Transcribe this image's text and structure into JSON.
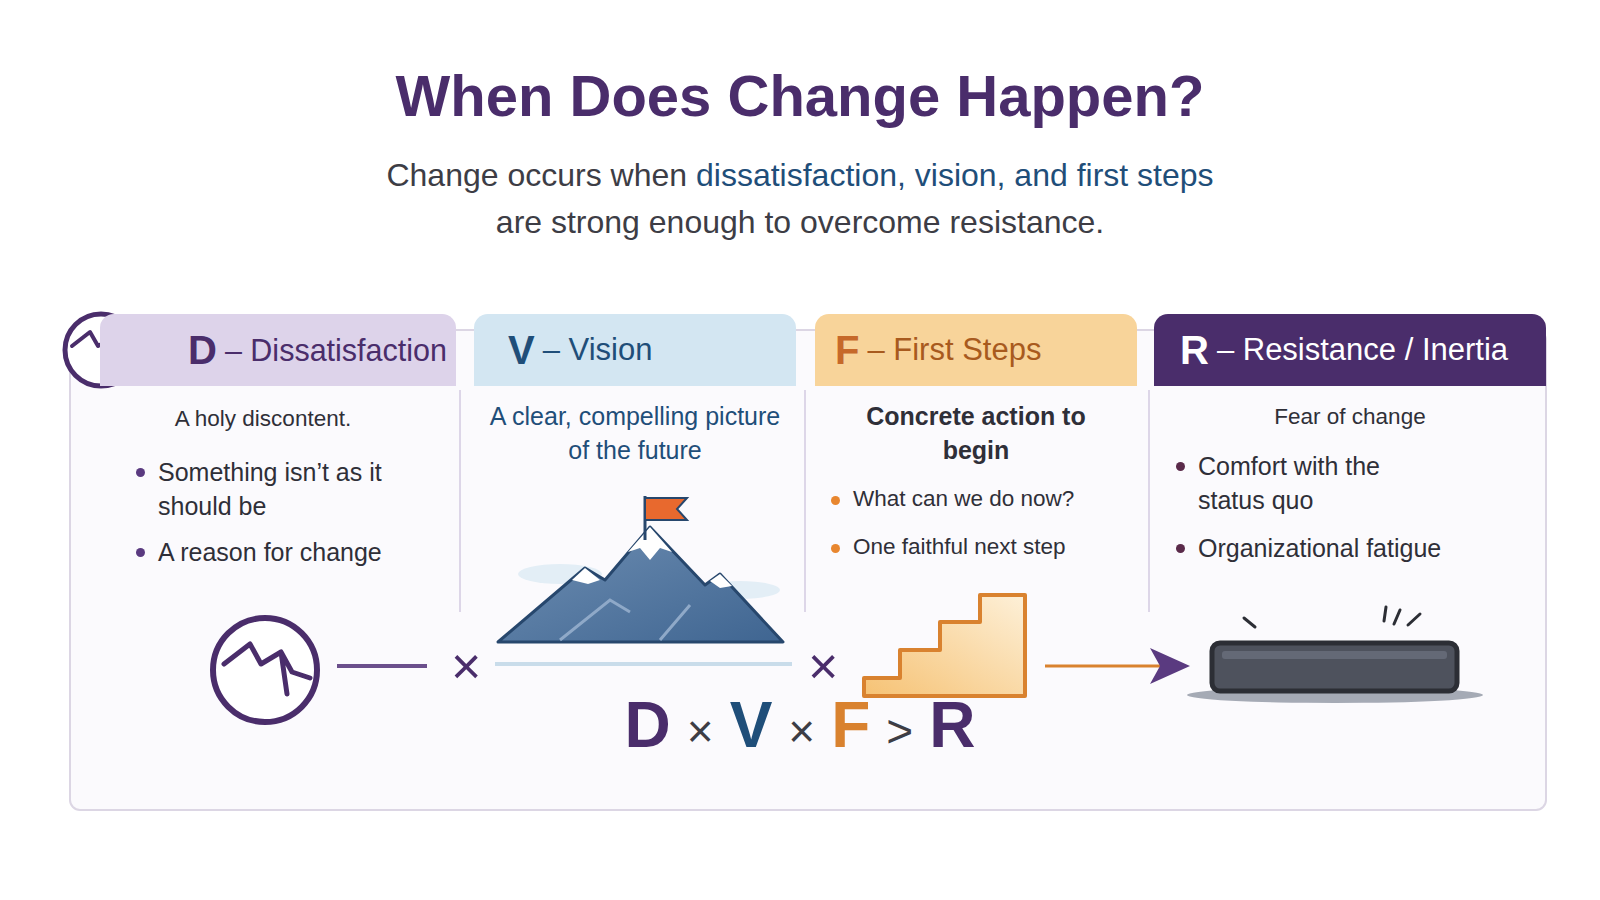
{
  "diagram": {
    "title": "When Does Change Happen?",
    "nodes": [
      {
        "text": [
          "D",
          "– Dissatisfaction",
          "A holy discontent.",
          "Something isn’t as it should be",
          "A reason for change"
        ]
      },
      {
        "text": [
          "V",
          "– Vision",
          "A clear, compelling picture of the future"
        ]
      },
      {
        "text": [
          "F",
          "– First Steps",
          "Concrete action to begin",
          "What can we do now?",
          "One faithful next step"
        ]
      },
      {
        "text": [
          "R",
          "– Resistance / Inertia",
          "Fear of change",
          "Comfort with the status quo",
          "Organizational fatigue"
        ]
      }
    ],
    "labels": [
      "Change occurs when",
      "dissatisfaction, vision, and first steps",
      "are strong enough to overcome resistance.",
      "×",
      "×",
      "D",
      "×",
      "V",
      "×",
      "F",
      ">",
      "R"
    ]
  }
}
